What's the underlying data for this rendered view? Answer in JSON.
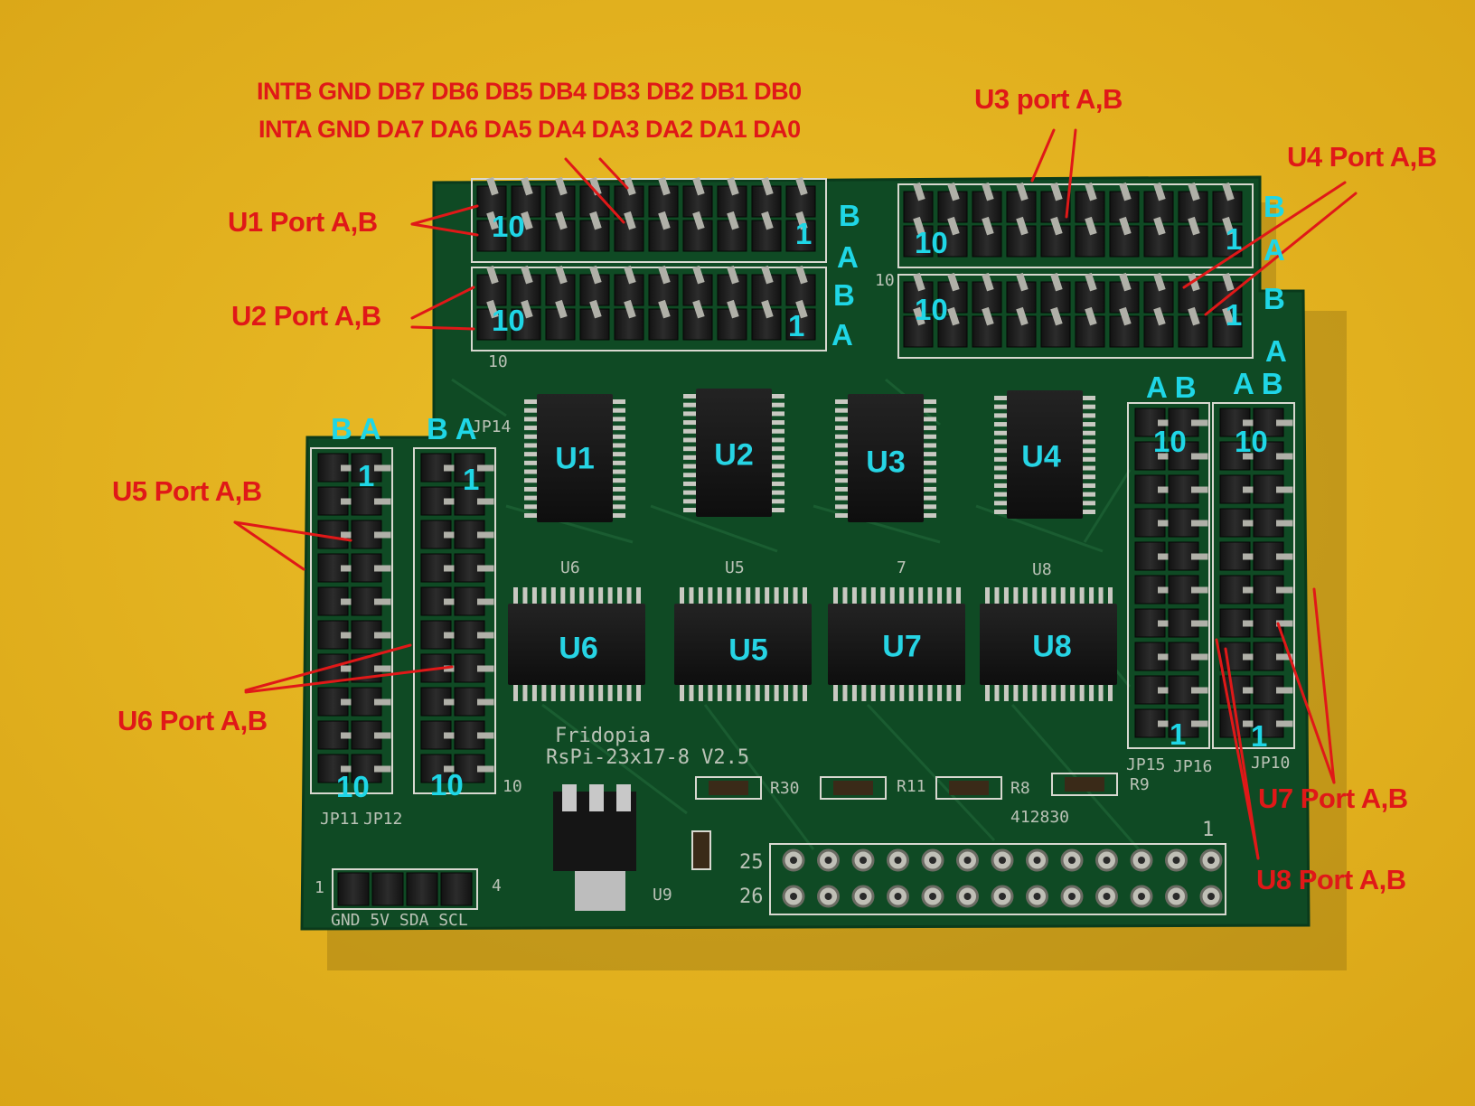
{
  "photo": {
    "background_color": "#e4b21f",
    "board_color": "#0f4a24",
    "annotation_red": "#e01818",
    "annotation_cyan": "#1fd6e6"
  },
  "header_labels": {
    "row_b": "INTB GND DB7 DB6 DB5 DB4 DB3 DB2 DB1 DB0",
    "row_a": "INTA GND DA7 DA6 DA5 DA4 DA3 DA2 DA1 DA0"
  },
  "port_labels": {
    "u1": "U1 Port A,B",
    "u2": "U2 Port A,B",
    "u3": "U3 port A,B",
    "u4": "U4 Port A,B",
    "u5": "U5 Port A,B",
    "u6": "U6 Port A,B",
    "u7": "U7 Port A,B",
    "u8": "U8 Port A,B"
  },
  "pin_labels": {
    "ten": "10",
    "one": "1",
    "a": "A",
    "b": "B",
    "ba": "B A",
    "ab": "A B"
  },
  "chips": {
    "u1": "U1",
    "u2": "U2",
    "u3": "U3",
    "u4": "U4",
    "u5": "U5",
    "u6": "U6",
    "u7": "U7",
    "u8": "U8"
  },
  "silkscreen": {
    "brand": "Fridopia",
    "model": "RsPi-23x17-8  V2.5",
    "serial": "412830",
    "r30": "R30",
    "r11": "R11",
    "r8": "R8",
    "r9": "R9",
    "u9": "U9",
    "jp11": "JP11",
    "jp12": "JP12",
    "jp14": "JP14",
    "jp15": "JP15",
    "jp16": "JP16",
    "jp10": "JP10",
    "i2c_pins": "GND  5V  SDA  SCL",
    "i2c_one": "1",
    "i2c_four": "4",
    "gpio_25": "25",
    "gpio_26": "26",
    "gpio_1": "1",
    "ten": "10",
    "u6": "U6",
    "u5": "U5",
    "u7": "7",
    "u8": "U8"
  }
}
